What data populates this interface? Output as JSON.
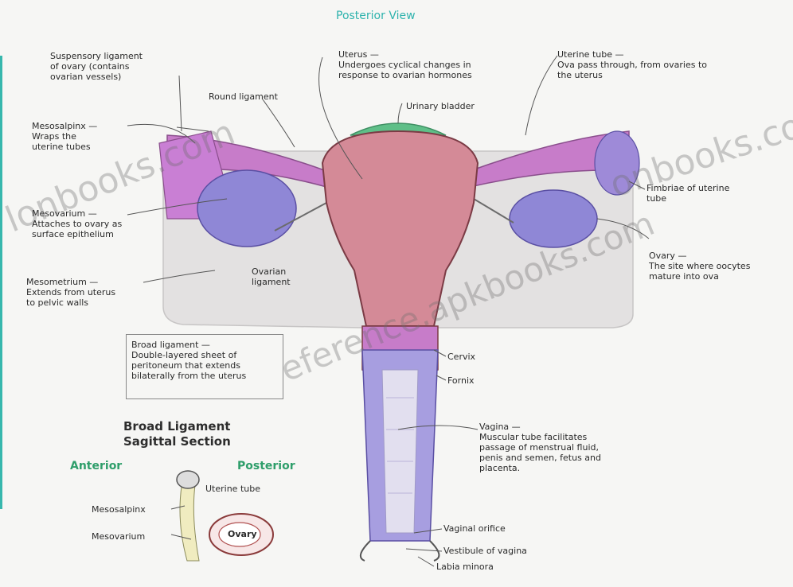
{
  "title": "Posterior View",
  "labels": {
    "suspensory": "Suspensory ligament\nof ovary (contains\novarian vessels)",
    "round": "Round ligament",
    "uterus": "Uterus —\nUndergoes cyclical changes in\nresponse to ovarian hormones",
    "uterine_tube": "Uterine tube —\nOva pass through, from ovaries to\nthe uterus",
    "bladder": "Urinary bladder",
    "mesosalpinx": "Mesosalpinx —\nWraps the\nuterine tubes",
    "mesovarium": "Mesovarium —\nAttaches to ovary as\nsurface epithelium",
    "ovarian_lig": "Ovarian\nligament",
    "mesometrium": "Mesometrium —\nExtends from uterus\nto pelvic walls",
    "fimbriae": "Fimbriae of uterine\ntube",
    "ovary": "Ovary —\nThe site where oocytes\nmature into ova",
    "broad": "Broad ligament —\nDouble-layered sheet of\nperitoneum that extends\nbilaterally from the uterus",
    "cervix": "Cervix",
    "fornix": "Fornix",
    "vagina": "Vagina —\nMuscular tube facilitates\npassage of menstrual fluid,\npenis and semen, fetus and\nplacenta.",
    "vaginal_orifice": "Vaginal orifice",
    "vestibule": "Vestibule of vagina",
    "labia": "Labia minora"
  },
  "sagittal": {
    "title": "Broad Ligament\nSagittal Section",
    "anterior": "Anterior",
    "posterior": "Posterior",
    "uterine_tube": "Uterine tube",
    "mesosalpinx": "Mesosalpinx",
    "mesovarium": "Mesovarium",
    "ovary": "Ovary"
  },
  "watermarks": [
    "onbooks.com",
    "lonbooks.com",
    "reference.apkbooks.com"
  ],
  "colors": {
    "uterus": "#d48a97",
    "tube": "#c77cc9",
    "ovary": "#8a82d4",
    "ligament": "#e4e2e2",
    "bladder": "#5fbf88",
    "accent": "#37b7ad"
  }
}
